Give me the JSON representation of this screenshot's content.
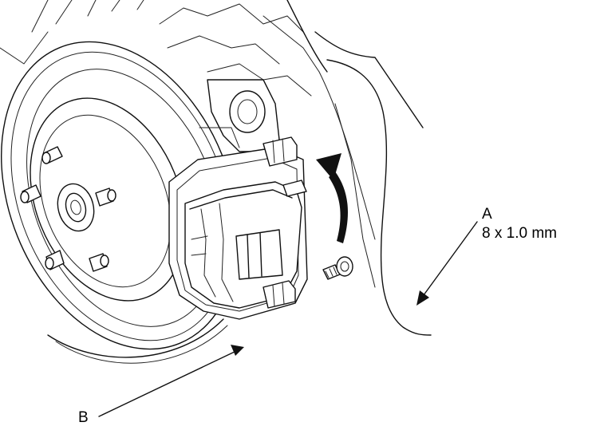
{
  "callouts": {
    "a_letter": "A",
    "a_spec": "8 x 1.0 mm",
    "b_letter": "B"
  },
  "icons": {
    "rotation": "curved-arrow-up-icon"
  }
}
